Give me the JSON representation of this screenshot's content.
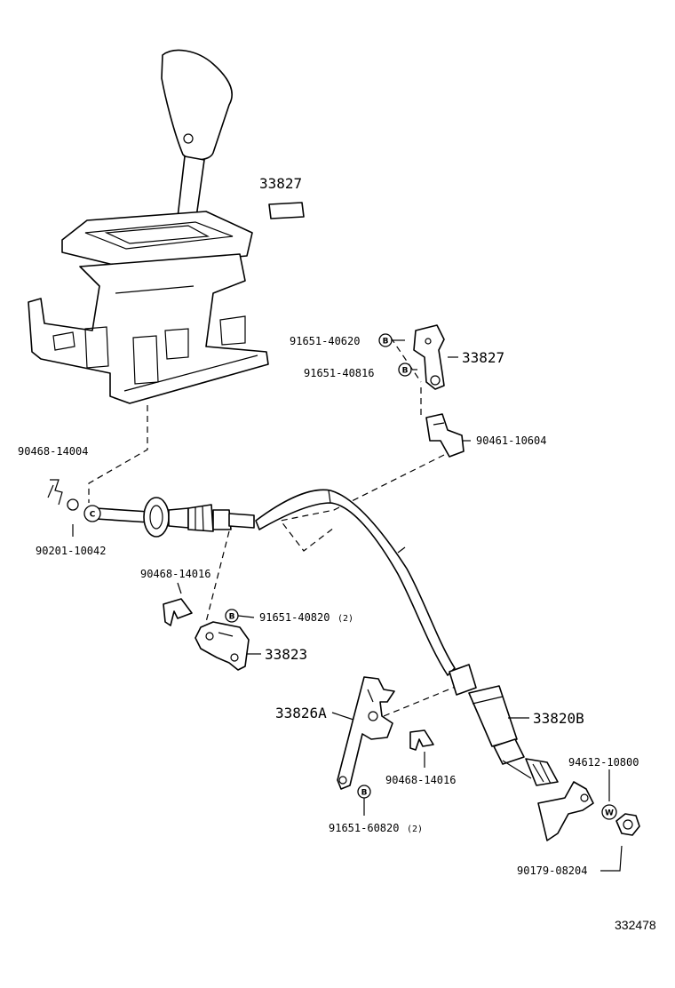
{
  "labels": {
    "p33827_top": "33827",
    "p91651_40620": "91651-40620",
    "p91651_40816": "91651-40816",
    "p33827_mid": "33827",
    "p90461_10604": "90461-10604",
    "p90468_14004": "90468-14004",
    "p90201_10042": "90201-10042",
    "p90468_14016_a": "90468-14016",
    "p91651_40820": "91651-40820",
    "p91651_40820_qty": "(2)",
    "p33823": "33823",
    "p33826A": "33826A",
    "p33820B": "33820B",
    "p90468_14016_b": "90468-14016",
    "p91651_60820": "91651-60820",
    "p91651_60820_qty": "(2)",
    "p94612_10800": "94612-10800",
    "p90179_08204": "90179-08204",
    "ref": "332478"
  },
  "markers": {
    "B": "B",
    "C": "C",
    "W": "W",
    "K": "C"
  }
}
